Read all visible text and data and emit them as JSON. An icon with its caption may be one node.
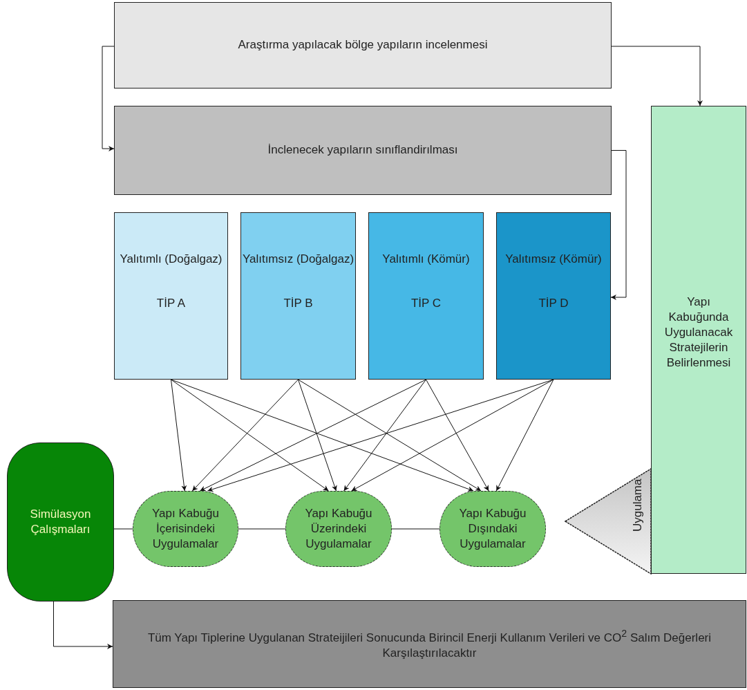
{
  "diagram": {
    "nodes": [
      {
        "text": [
          "Araştırma yapılacak bölge yapıların incelenmesi"
        ]
      },
      {
        "text": [
          "İnclenecek yapıların sınıflandirılması"
        ]
      },
      {
        "text": [
          "Yalıtımlı (Doğalgaz)",
          "TİP A"
        ]
      },
      {
        "text": [
          "Yalıtımsız (Doğalgaz)",
          "TİP B"
        ]
      },
      {
        "text": [
          "Yalıtımlı (Kömür)",
          "TİP C"
        ]
      },
      {
        "text": [
          "Yalıtımsız (Kömür)",
          "TİP D"
        ]
      },
      {
        "text": [
          "Yapı Kabuğunda Uygulanacak Stratejilerin Belirlenmesi"
        ]
      },
      {
        "text": [
          "Uygulama"
        ]
      },
      {
        "text": [
          "Simülasyon Çalışmaları"
        ]
      },
      {
        "text": [
          "Yapı Kabuğu İçerisindeki Uygulamalar"
        ]
      },
      {
        "text": [
          "Yapı Kabuğu Üzerindeki Uygulamalar"
        ]
      },
      {
        "text": [
          "Yapı Kabuğu Dışındaki Uygulamalar"
        ]
      },
      {
        "text": [
          "Tüm Yapı Tiplerine Uygulanan Strateijileri Sonucunda Birincil Enerji Kullanım Verileri ve CO$^{2}$ Salım Değerleri Karşılaştırılacaktır"
        ]
      }
    ],
    "edges": [
      {
        "from": 0,
        "to": 1,
        "arrow": "to"
      },
      {
        "from": 0,
        "to": 6,
        "arrow": "to"
      },
      {
        "from": 1,
        "to": 5,
        "arrow": "to"
      },
      {
        "from": 2,
        "to": 9,
        "arrow": "to"
      },
      {
        "from": 2,
        "to": 10,
        "arrow": "to"
      },
      {
        "from": 2,
        "to": 11,
        "arrow": "to"
      },
      {
        "from": 3,
        "to": 9,
        "arrow": "to"
      },
      {
        "from": 3,
        "to": 10,
        "arrow": "to"
      },
      {
        "from": 3,
        "to": 11,
        "arrow": "to"
      },
      {
        "from": 4,
        "to": 9,
        "arrow": "to"
      },
      {
        "from": 4,
        "to": 10,
        "arrow": "to"
      },
      {
        "from": 4,
        "to": 11,
        "arrow": "to"
      },
      {
        "from": 5,
        "to": 9,
        "arrow": "to"
      },
      {
        "from": 5,
        "to": 10,
        "arrow": "to"
      },
      {
        "from": 5,
        "to": 11,
        "arrow": "to"
      },
      {
        "from": 8,
        "to": 9,
        "arrow": "none"
      },
      {
        "from": 9,
        "to": 10,
        "arrow": "none"
      },
      {
        "from": 10,
        "to": 11,
        "arrow": "none"
      },
      {
        "from": 8,
        "to": 12,
        "arrow": "to"
      }
    ]
  }
}
